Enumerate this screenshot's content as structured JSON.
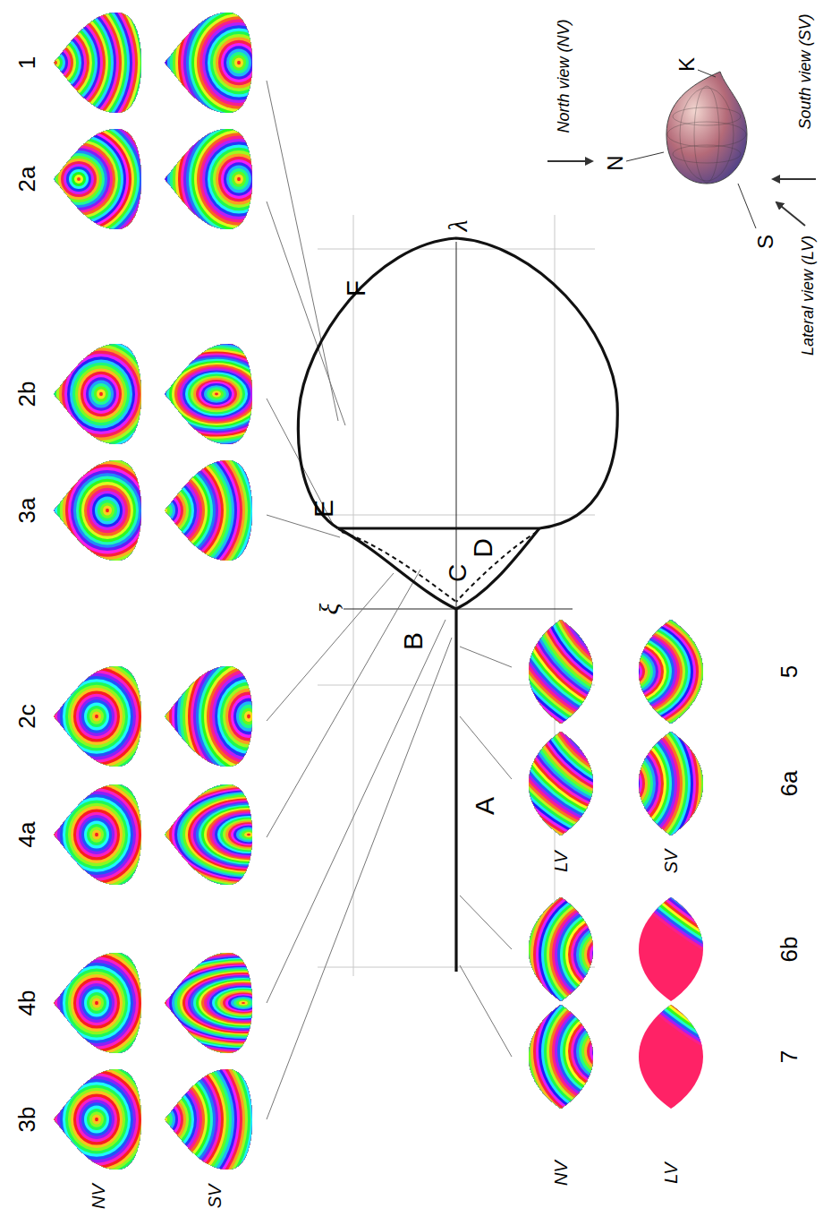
{
  "diagram": {
    "labels": [
      "1",
      "2a",
      "2b",
      "3a",
      "2c",
      "4a",
      "4b",
      "3b",
      "NV",
      "SV",
      "F",
      "E",
      "D",
      "C",
      "B",
      "A",
      "ξ",
      "λ",
      "5",
      "6a",
      "LV",
      "SV",
      "6b",
      "7",
      "NV",
      "LV",
      "North view (NV)",
      "South view (SV)",
      "Lateral view (LV)",
      "N",
      "K",
      "S"
    ]
  }
}
